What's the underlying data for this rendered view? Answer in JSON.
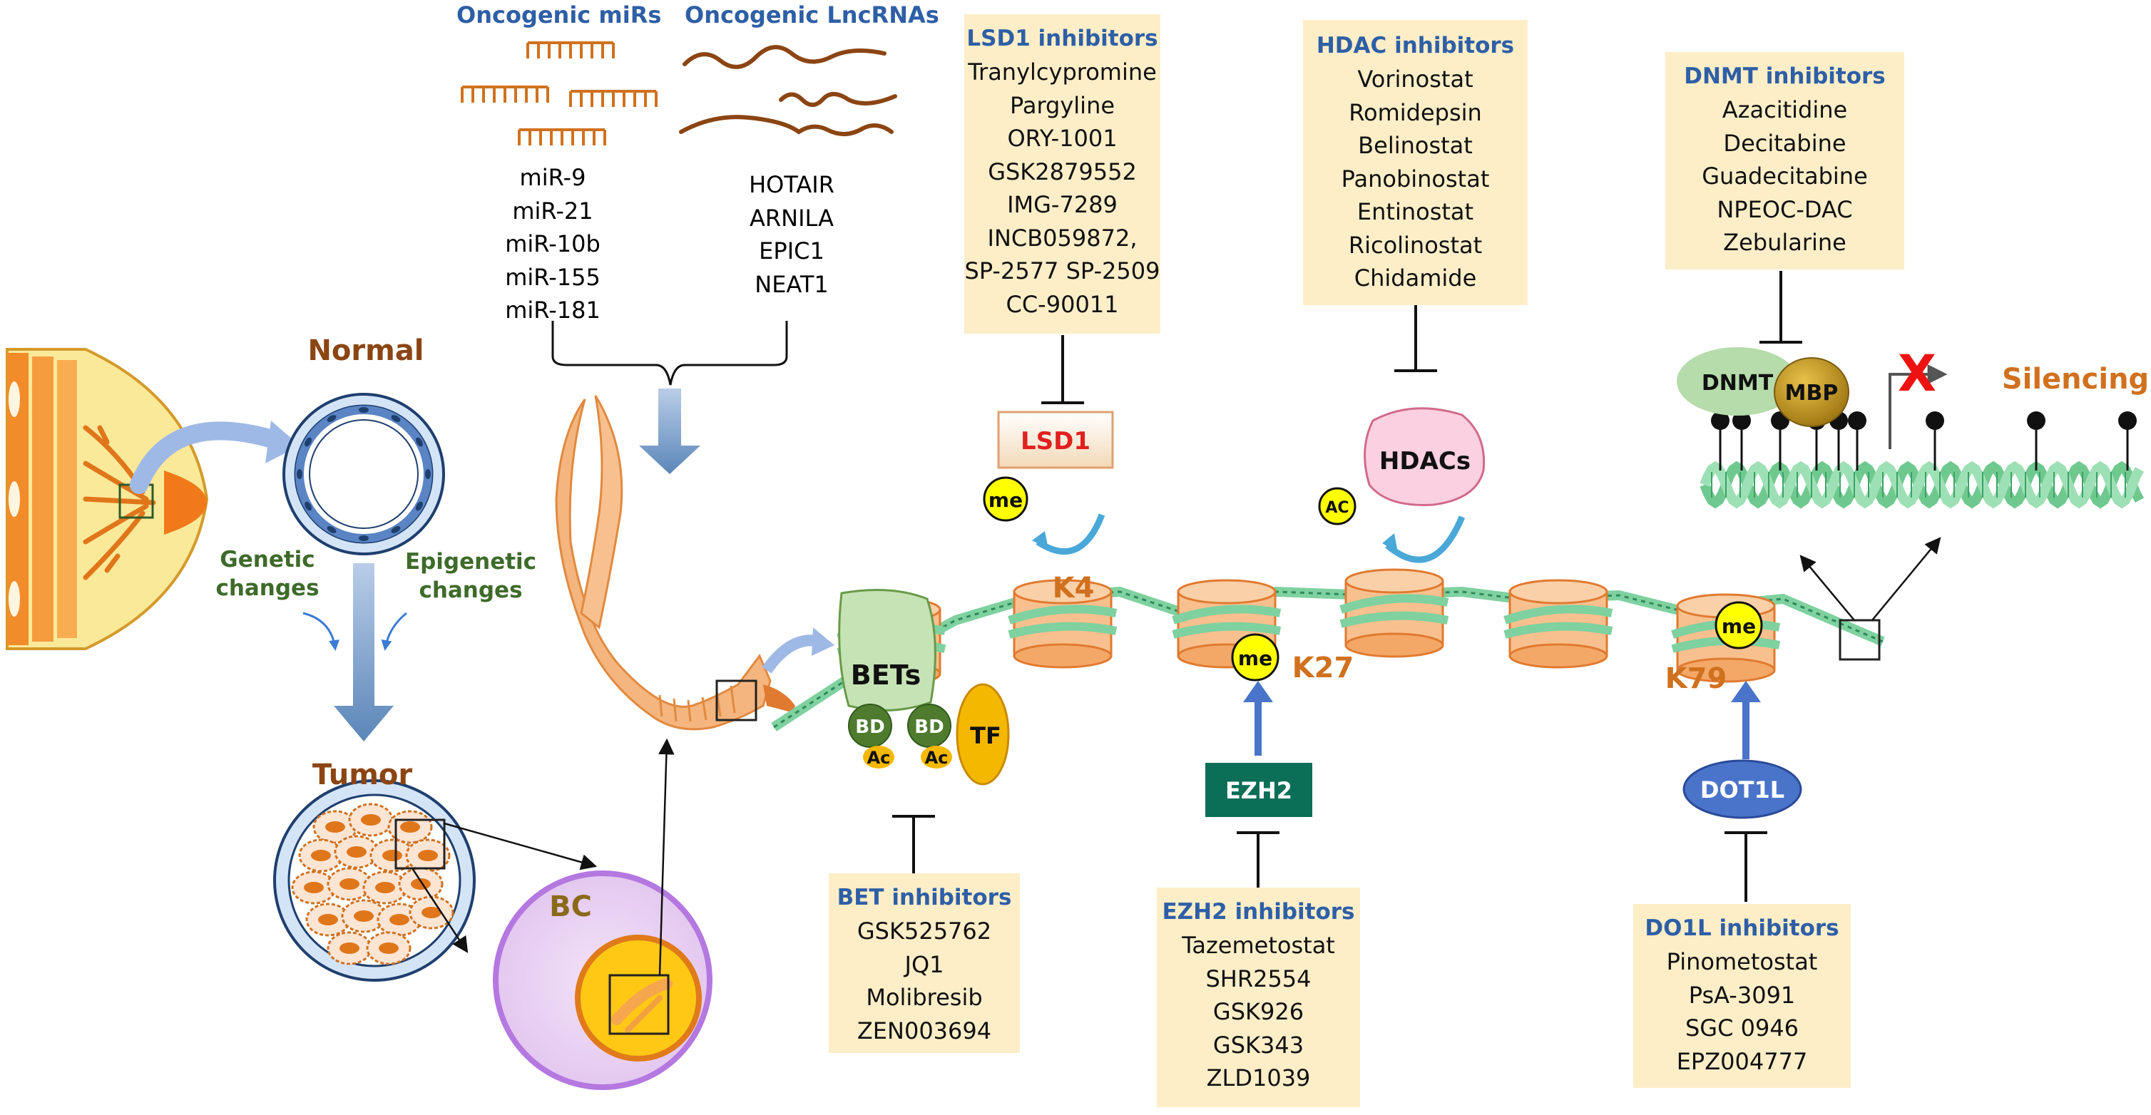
{
  "colors": {
    "box_fill": "#fdeec8",
    "title_blue": "#2e5fa6",
    "nucleosome": "#f8c08e",
    "nucleosome_stroke": "#e07a30",
    "label_orange": "#d0711f",
    "brown": "#a0522d",
    "green_label": "#3e6b2a",
    "dna_green": "#7fd1a0",
    "ezh2_green": "#0b6e57",
    "dot1l_blue": "#4a74c9",
    "lsd1_red": "#e02020"
  },
  "oncogenic_mirs": {
    "title": "Oncogenic miRs",
    "items": [
      "miR-9",
      "miR-21",
      "miR-10b",
      "miR-155",
      "miR-181"
    ]
  },
  "oncogenic_lncrnas": {
    "title": "Oncogenic LncRNAs",
    "items": [
      "HOTAIR",
      "ARNILA",
      "EPIC1",
      "NEAT1"
    ]
  },
  "lsd1_inhibitors": {
    "title": "LSD1 inhibitors",
    "items": [
      "Tranylcypromine",
      "Pargyline",
      "ORY-1001",
      "GSK2879552",
      "IMG-7289",
      "INCB059872,",
      "SP-2577  SP-2509",
      "CC-90011"
    ]
  },
  "hdac_inhibitors": {
    "title": "HDAC inhibitors",
    "items": [
      "Vorinostat",
      "Romidepsin",
      "Belinostat",
      "Panobinostat",
      "Entinostat",
      "Ricolinostat",
      "Chidamide"
    ]
  },
  "dnmt_inhibitors": {
    "title": "DNMT inhibitors",
    "items": [
      "Azacitidine",
      "Decitabine",
      "Guadecitabine",
      "NPEOC-DAC",
      "Zebularine"
    ]
  },
  "bet_inhibitors": {
    "title": "BET inhibitors",
    "items": [
      "GSK525762",
      "JQ1",
      "Molibresib",
      "ZEN003694"
    ]
  },
  "ezh2_inhibitors": {
    "title": "EZH2 inhibitors",
    "items": [
      "Tazemetostat",
      "SHR2554",
      "GSK926",
      "GSK343",
      "ZLD1039"
    ]
  },
  "dot1l_inhibitors": {
    "title": "DO1L inhibitors",
    "items": [
      "Pinometostat",
      "PsA-3091",
      "SGC 0946",
      "EPZ004777"
    ]
  },
  "labels": {
    "normal": "Normal",
    "tumor": "Tumor",
    "genetic": "Genetic\nchanges",
    "epigenetic": "Epigenetic\nchanges",
    "bc": "BC",
    "silencing": "Silencing",
    "k4": "K4",
    "k27": "K27",
    "k79": "K79",
    "x_mark": "X"
  },
  "proteins": {
    "lsd1": "LSD1",
    "hdacs": "HDACs",
    "bets": "BETs",
    "bd": "BD",
    "ac": "Ac",
    "tf": "TF",
    "ezh2": "EZH2",
    "dot1l": "DOT1L",
    "dnmt": "DNMT",
    "mbp": "MBP",
    "me": "me",
    "ac_mark": "AC"
  }
}
